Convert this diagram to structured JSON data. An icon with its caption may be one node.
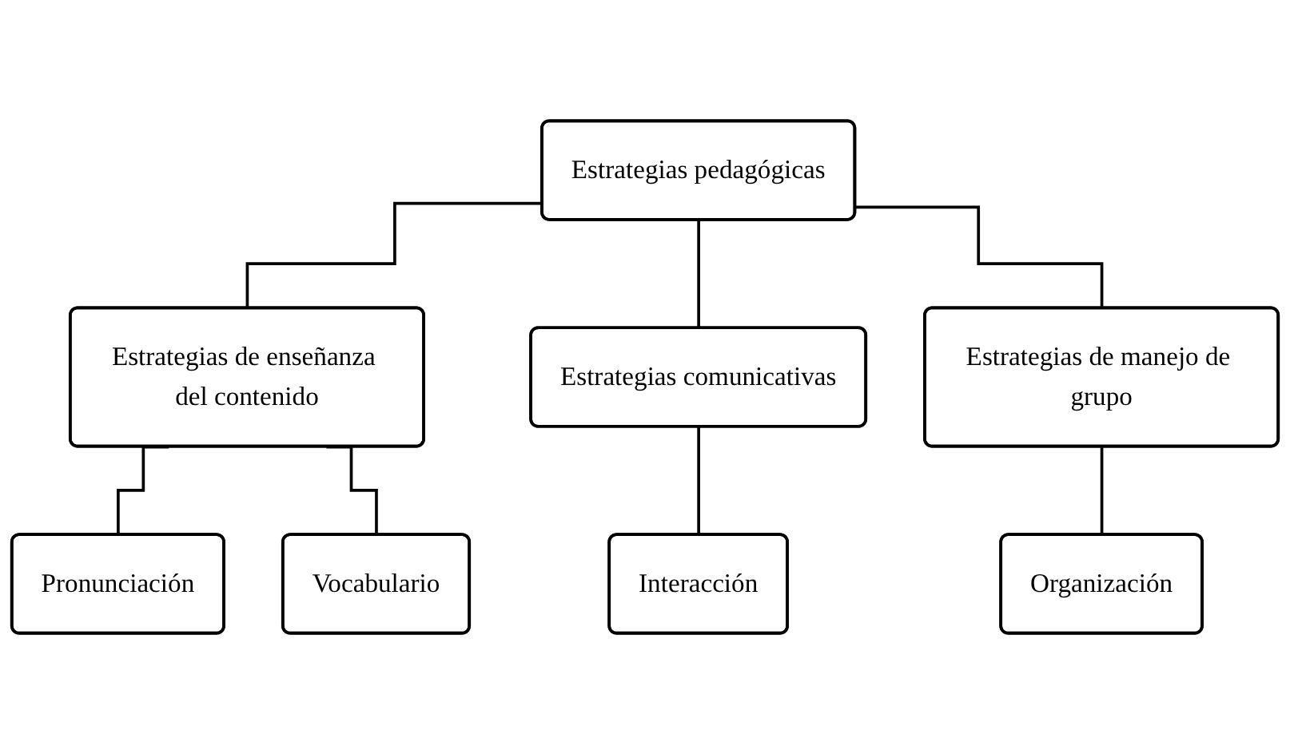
{
  "diagram": {
    "nodes": [
      {
        "text": [
          "Estrategias pedagógicas"
        ]
      },
      {
        "text": [
          "Estrategias de enseñanza del contenido"
        ]
      },
      {
        "text": [
          "Estrategias comunicativas"
        ]
      },
      {
        "text": [
          "Estrategias de manejo de grupo"
        ]
      },
      {
        "text": [
          "Pronunciación"
        ]
      },
      {
        "text": [
          "Vocabulario"
        ]
      },
      {
        "text": [
          "Interacción"
        ]
      },
      {
        "text": [
          "Organización"
        ]
      }
    ],
    "edges": [
      {
        "from": 0,
        "to": 1,
        "arrow": "none"
      },
      {
        "from": 0,
        "to": 2,
        "arrow": "none"
      },
      {
        "from": 0,
        "to": 3,
        "arrow": "none"
      },
      {
        "from": 1,
        "to": 4,
        "arrow": "none"
      },
      {
        "from": 1,
        "to": 5,
        "arrow": "none"
      },
      {
        "from": 2,
        "to": 6,
        "arrow": "none"
      },
      {
        "from": 3,
        "to": 7,
        "arrow": "none"
      }
    ]
  }
}
